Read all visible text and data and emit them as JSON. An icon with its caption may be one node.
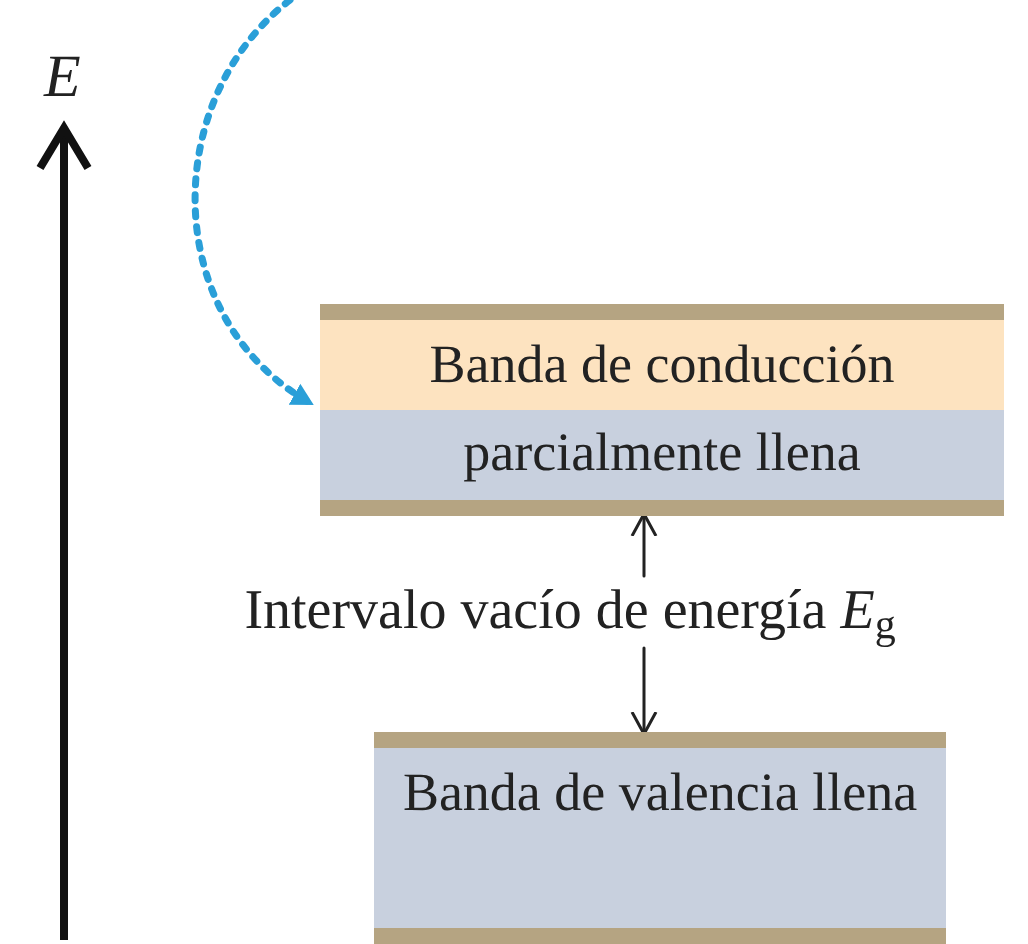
{
  "diagram": {
    "nodes": [
      {
        "text": [
          "Banda de conducción parcialmente llena"
        ]
      },
      {
        "text": [
          "Intervalo vacío de energía *E*$_{g}$"
        ]
      },
      {
        "text": [
          "Banda de valencia llena"
        ]
      }
    ],
    "edges": [
      {
        "from": null,
        "to": 0,
        "arrow": "to",
        "style": "dashed",
        "color": "#2a9fd8"
      },
      {
        "from": 1,
        "to": 0,
        "arrow": "to"
      },
      {
        "from": 1,
        "to": 2,
        "arrow": "to"
      }
    ],
    "labels": [
      "E"
    ]
  }
}
